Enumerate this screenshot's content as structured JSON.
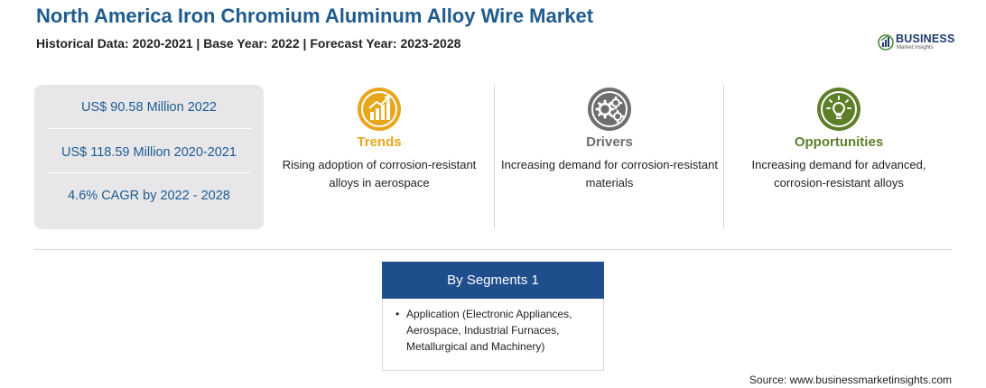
{
  "header": {
    "title": "North America Iron Chromium Aluminum Alloy Wire Market",
    "subtitle": "Historical Data: 2020-2021 | Base Year: 2022 | Forecast Year: 2023-2028"
  },
  "logo": {
    "word": "BUSINESS",
    "sub": "Market Insights"
  },
  "stats": [
    "US$ 90.58 Million 2022",
    "US$ 118.59 Million 2020-2021",
    "4.6% CAGR by 2022 - 2028"
  ],
  "cards": [
    {
      "label": "Trends",
      "text": "Rising adoption of corrosion-resistant alloys in aerospace",
      "color": "#e8a61c",
      "icon": "growth-chart-icon"
    },
    {
      "label": "Drivers",
      "text": "Increasing demand for corrosion-resistant materials",
      "color": "#6e6e6e",
      "icon": "gears-icon"
    },
    {
      "label": "Opportunities",
      "text": "Increasing demand for advanced, corrosion-resistant alloys",
      "color": "#5e7f2a",
      "icon": "lightbulb-icon"
    }
  ],
  "segments": {
    "heading": "By Segments 1",
    "items": [
      "Application (Electronic Appliances, Aerospace, Industrial Furnaces, Metallurgical and Machinery)"
    ]
  },
  "source": "Source: www.businessmarketinsights.com",
  "colors": {
    "title": "#1f5b8e",
    "segment_header": "#1f4e8c"
  }
}
